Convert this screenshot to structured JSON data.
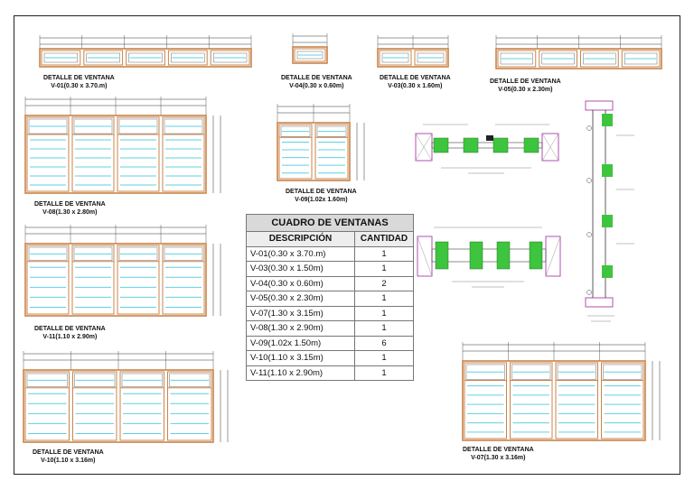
{
  "caption_prefix": "DETALLE DE VENTANA",
  "windows": [
    {
      "id": "v01",
      "code": "V-01(0.30 x 3.70.m)",
      "panels": 5,
      "rows": 1
    },
    {
      "id": "v04",
      "code": "V-04(0.30 x 0.60m)",
      "panels": 1,
      "rows": 1
    },
    {
      "id": "v03",
      "code": "V-03(0.30 x 1.60m)",
      "panels": 2,
      "rows": 1
    },
    {
      "id": "v05",
      "code": "V-05(0.30 x 2.30m)",
      "panels": 4,
      "rows": 1
    },
    {
      "id": "v08",
      "code": "V-08(1.30 x 2.80m)",
      "panels": 4,
      "rows": 6
    },
    {
      "id": "v09",
      "code": "V-09(1.02x 1.60m)",
      "panels": 2,
      "rows": 5
    },
    {
      "id": "v11",
      "code": "V-11(1.10 x 2.90m)",
      "panels": 4,
      "rows": 5
    },
    {
      "id": "v10",
      "code": "V-10(1.10 x 3.16m)",
      "panels": 4,
      "rows": 5
    },
    {
      "id": "v07",
      "code": "V-07(1.30 x 3.16m)",
      "panels": 4,
      "rows": 6
    }
  ],
  "schedule": {
    "title": "CUADRO DE VENTANAS",
    "col_desc": "DESCRIPCIÓN",
    "col_qty": "CANTIDAD",
    "rows": [
      {
        "desc": "V-01(0.30 x 3.70.m)",
        "qty": "1"
      },
      {
        "desc": "V-03(0.30 x 1.50m)",
        "qty": "1"
      },
      {
        "desc": "V-04(0.30 x 0.60m)",
        "qty": "2"
      },
      {
        "desc": "V-05(0.30 x 2.30m)",
        "qty": "1"
      },
      {
        "desc": "V-07(1.30 x 3.15m)",
        "qty": "1"
      },
      {
        "desc": "V-08(1.30 x 2.90m)",
        "qty": "1"
      },
      {
        "desc": "V-09(1.02x 1.50m)",
        "qty": "6"
      },
      {
        "desc": "V-10(1.10 x 3.15m)",
        "qty": "1"
      },
      {
        "desc": "V-11(1.10 x 2.90m)",
        "qty": "1"
      }
    ]
  },
  "colors": {
    "frame": "#c8844a",
    "glass": "#5fd0e0",
    "section": "#3ec43e",
    "wall": "#b04fb0",
    "dim": "#333333"
  }
}
